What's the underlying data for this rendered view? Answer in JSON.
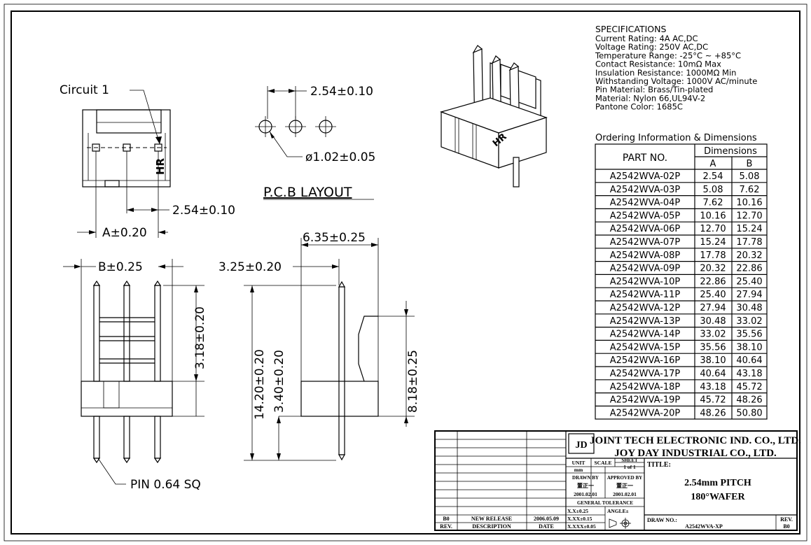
{
  "labels": {
    "circuit": "Circuit 1",
    "hr_mark": "HR",
    "pitch_dim_top": "2.54±0.10",
    "hole_dia": "ø1.02±0.05",
    "pcb_layout": "P.C.B LAYOUT",
    "pitch_dim_front": "2.54±0.10",
    "dim_a": "A±0.20",
    "dim_b": "B±0.25",
    "dim_6_35": "6.35±0.25",
    "dim_3_25": "3.25±0.20",
    "dim_3_18": "3.18±0.20",
    "dim_14_20": "14.20±0.20",
    "dim_3_40": "3.40±0.20",
    "dim_8_18": "8.18±0.25",
    "pin": "PIN 0.64 SQ"
  },
  "specs": {
    "title": "SPECIFICATIONS",
    "lines": [
      "Current Rating: 4A AC,DC",
      "Voltage Rating: 250V AC,DC",
      "Temperature Range: -25°C ~ +85°C",
      "Contact Resistance: 10mΩ Max",
      "Insulation Resistance: 1000MΩ Min",
      "Withstanding Voltage: 1000V AC/minute",
      "Pin Material: Brass/Tin-plated",
      "Material: Nylon 66,UL94V-2",
      "Pantone Color: 1685C"
    ]
  },
  "ordering": {
    "title": "Ordering Information & Dimensions",
    "header_part": "PART NO.",
    "header_dims": "Dimensions",
    "header_a": "A",
    "header_b": "B",
    "rows": [
      [
        "A2542WVA-02P",
        "2.54",
        "5.08"
      ],
      [
        "A2542WVA-03P",
        "5.08",
        "7.62"
      ],
      [
        "A2542WVA-04P",
        "7.62",
        "10.16"
      ],
      [
        "A2542WVA-05P",
        "10.16",
        "12.70"
      ],
      [
        "A2542WVA-06P",
        "12.70",
        "15.24"
      ],
      [
        "A2542WVA-07P",
        "15.24",
        "17.78"
      ],
      [
        "A2542WVA-08P",
        "17.78",
        "20.32"
      ],
      [
        "A2542WVA-09P",
        "20.32",
        "22.86"
      ],
      [
        "A2542WVA-10P",
        "22.86",
        "25.40"
      ],
      [
        "A2542WVA-11P",
        "25.40",
        "27.94"
      ],
      [
        "A2542WVA-12P",
        "27.94",
        "30.48"
      ],
      [
        "A2542WVA-13P",
        "30.48",
        "33.02"
      ],
      [
        "A2542WVA-14P",
        "33.02",
        "35.56"
      ],
      [
        "A2542WVA-15P",
        "35.56",
        "38.10"
      ],
      [
        "A2542WVA-16P",
        "38.10",
        "40.64"
      ],
      [
        "A2542WVA-17P",
        "40.64",
        "43.18"
      ],
      [
        "A2542WVA-18P",
        "43.18",
        "45.72"
      ],
      [
        "A2542WVA-19P",
        "45.72",
        "48.26"
      ],
      [
        "A2542WVA-20P",
        "48.26",
        "50.80"
      ]
    ]
  },
  "titleblock": {
    "company1": "JOINT TECH ELECTRONIC IND. CO., LTD.",
    "company2": "JOY DAY INDUSTRIAL CO., LTD.",
    "unit": "UNIT",
    "unit_val": "mm",
    "scale": "SCALE",
    "sheet": "SHEET",
    "sheet_val": "1 of 1",
    "drawn_by": "DRAWN BY",
    "approved_by": "APPROVED BY",
    "drawn_name": "董正一",
    "approved_name": "董正一",
    "drawn_date": "2001.02.01",
    "approved_date": "2001.02.01",
    "general_tolerance": "GENERAL TOLERANCE",
    "tol1": "X.X±0.25",
    "tol2": "X.XX±0.15",
    "tol3": "X.XXX±0.05",
    "angle": "ANGLE±",
    "title_label": "TITLE:",
    "title_line1": "2.54mm PITCH",
    "title_line2": "180°WAFER",
    "draw_no_label": "DRAW NO.:",
    "draw_no": "A2542WVA-XP",
    "rev_label": "REV.",
    "rev_val": "B0",
    "rev_row_rev": "B0",
    "rev_row_desc": "NEW RELEASE",
    "rev_row_date": "2006.05.09",
    "col_rev": "REV.",
    "col_desc": "DESCRIPTION",
    "col_date": "DATE"
  }
}
